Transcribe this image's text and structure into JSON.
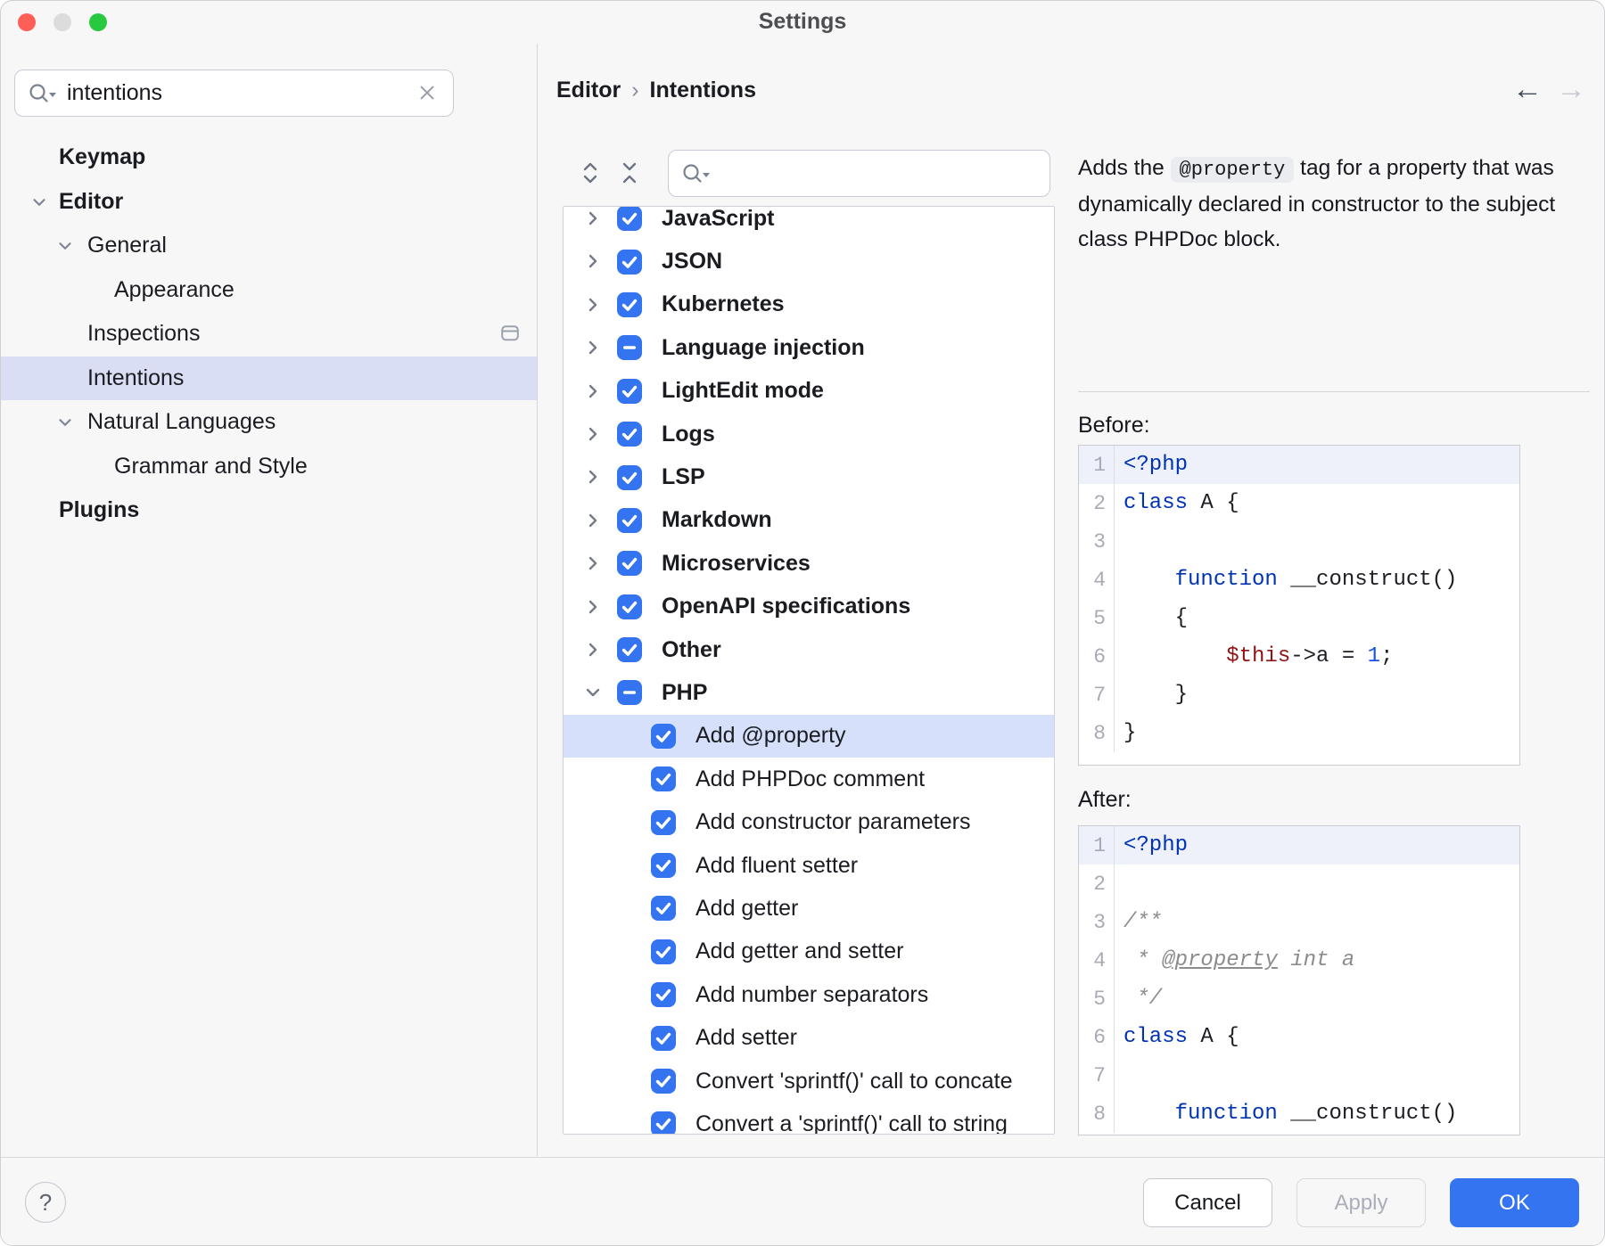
{
  "window": {
    "title": "Settings"
  },
  "colors": {
    "accent": "#3574f0",
    "tree_selection": "#d6e0fa",
    "sidebar_selection": "#d9def5",
    "code_keyword": "#0033b3",
    "code_number": "#1750eb",
    "code_variable": "#8f1313",
    "code_comment": "#8c8c8c",
    "traffic_close": "#ff5f57",
    "traffic_minimize": "#dcdcdc",
    "traffic_zoom": "#28c840"
  },
  "sidebar": {
    "search": {
      "value": "intentions",
      "clear_icon": "clear-x-icon",
      "search_icon": "search-with-history-icon"
    },
    "items": [
      {
        "label": "Keymap",
        "level": 0,
        "bold": true,
        "chevron": false,
        "selected": false
      },
      {
        "label": "Editor",
        "level": 0,
        "bold": true,
        "chevron": true,
        "selected": false
      },
      {
        "label": "General",
        "level": 1,
        "bold": false,
        "chevron": true,
        "selected": false
      },
      {
        "label": "Appearance",
        "level": 2,
        "bold": false,
        "chevron": false,
        "selected": false
      },
      {
        "label": "Inspections",
        "level": 1,
        "bold": false,
        "chevron": false,
        "selected": false,
        "trailing_icon": "settings-widget-icon"
      },
      {
        "label": "Intentions",
        "level": 1,
        "bold": false,
        "chevron": false,
        "selected": true
      },
      {
        "label": "Natural Languages",
        "level": 1,
        "bold": false,
        "chevron": true,
        "selected": false
      },
      {
        "label": "Grammar and Style",
        "level": 2,
        "bold": false,
        "chevron": false,
        "selected": false
      },
      {
        "label": "Plugins",
        "level": 0,
        "bold": true,
        "chevron": false,
        "selected": false
      }
    ]
  },
  "breadcrumb": {
    "parent": "Editor",
    "separator": "›",
    "current": "Intentions"
  },
  "toolbar": {
    "expand_all_icon": "expand-all-icon",
    "collapse_all_icon": "collapse-all-icon"
  },
  "middle_search": {
    "value": "",
    "search_icon": "search-with-history-icon"
  },
  "tree": [
    {
      "label": "JavaScript",
      "state": "checked",
      "chevron": "right",
      "sub": false,
      "selected": false
    },
    {
      "label": "JSON",
      "state": "checked",
      "chevron": "right",
      "sub": false,
      "selected": false
    },
    {
      "label": "Kubernetes",
      "state": "checked",
      "chevron": "right",
      "sub": false,
      "selected": false
    },
    {
      "label": "Language injection",
      "state": "indeterminate",
      "chevron": "right",
      "sub": false,
      "selected": false
    },
    {
      "label": "LightEdit mode",
      "state": "checked",
      "chevron": "right",
      "sub": false,
      "selected": false
    },
    {
      "label": "Logs",
      "state": "checked",
      "chevron": "right",
      "sub": false,
      "selected": false
    },
    {
      "label": "LSP",
      "state": "checked",
      "chevron": "right",
      "sub": false,
      "selected": false
    },
    {
      "label": "Markdown",
      "state": "checked",
      "chevron": "right",
      "sub": false,
      "selected": false
    },
    {
      "label": "Microservices",
      "state": "checked",
      "chevron": "right",
      "sub": false,
      "selected": false
    },
    {
      "label": "OpenAPI specifications",
      "state": "checked",
      "chevron": "right",
      "sub": false,
      "selected": false
    },
    {
      "label": "Other",
      "state": "checked",
      "chevron": "right",
      "sub": false,
      "selected": false
    },
    {
      "label": "PHP",
      "state": "indeterminate",
      "chevron": "down",
      "sub": false,
      "selected": false
    },
    {
      "label": "Add @property",
      "state": "checked",
      "chevron": "none",
      "sub": true,
      "selected": true
    },
    {
      "label": "Add PHPDoc comment",
      "state": "checked",
      "chevron": "none",
      "sub": true,
      "selected": false
    },
    {
      "label": "Add constructor parameters",
      "state": "checked",
      "chevron": "none",
      "sub": true,
      "selected": false
    },
    {
      "label": "Add fluent setter",
      "state": "checked",
      "chevron": "none",
      "sub": true,
      "selected": false
    },
    {
      "label": "Add getter",
      "state": "checked",
      "chevron": "none",
      "sub": true,
      "selected": false
    },
    {
      "label": "Add getter and setter",
      "state": "checked",
      "chevron": "none",
      "sub": true,
      "selected": false
    },
    {
      "label": "Add number separators",
      "state": "checked",
      "chevron": "none",
      "sub": true,
      "selected": false
    },
    {
      "label": "Add setter",
      "state": "checked",
      "chevron": "none",
      "sub": true,
      "selected": false
    },
    {
      "label": "Convert 'sprintf()' call to concate",
      "state": "checked",
      "chevron": "none",
      "sub": true,
      "selected": false
    },
    {
      "label": "Convert a 'sprintf()' call to string",
      "state": "checked",
      "chevron": "none",
      "sub": true,
      "selected": false
    }
  ],
  "detail": {
    "nav": {
      "back_icon": "back-arrow-icon",
      "forward_icon": "forward-arrow-icon"
    },
    "desc_part1": "Adds the ",
    "desc_code": "@property",
    "desc_part2": " tag for a property that was dynamically declared in constructor to the subject class PHPDoc block.",
    "before_label": "Before:",
    "after_label": "After:",
    "before_code": {
      "caret_line": 1,
      "lines": [
        {
          "num": "1",
          "tokens": [
            {
              "t": "<?php",
              "c": "k"
            }
          ]
        },
        {
          "num": "2",
          "tokens": [
            {
              "t": "class",
              "c": "k"
            },
            {
              "t": " A {",
              "c": "p"
            }
          ]
        },
        {
          "num": "3",
          "tokens": []
        },
        {
          "num": "4",
          "tokens": [
            {
              "t": "    ",
              "c": "p"
            },
            {
              "t": "function",
              "c": "k"
            },
            {
              "t": " __construct()",
              "c": "p"
            }
          ]
        },
        {
          "num": "5",
          "tokens": [
            {
              "t": "    {",
              "c": "p"
            }
          ]
        },
        {
          "num": "6",
          "tokens": [
            {
              "t": "        ",
              "c": "p"
            },
            {
              "t": "$this",
              "c": "v"
            },
            {
              "t": "->a = ",
              "c": "p"
            },
            {
              "t": "1",
              "c": "n"
            },
            {
              "t": ";",
              "c": "p"
            }
          ]
        },
        {
          "num": "7",
          "tokens": [
            {
              "t": "    }",
              "c": "p"
            }
          ]
        },
        {
          "num": "8",
          "tokens": [
            {
              "t": "}",
              "c": "p"
            }
          ]
        }
      ]
    },
    "after_code": {
      "caret_line": 1,
      "lines": [
        {
          "num": "1",
          "tokens": [
            {
              "t": "<?php",
              "c": "k"
            }
          ]
        },
        {
          "num": "2",
          "tokens": []
        },
        {
          "num": "3",
          "tokens": [
            {
              "t": "/**",
              "c": "c"
            }
          ]
        },
        {
          "num": "4",
          "tokens": [
            {
              "t": " * ",
              "c": "c"
            },
            {
              "t": "@property",
              "c": "cu"
            },
            {
              "t": " int a",
              "c": "c"
            }
          ]
        },
        {
          "num": "5",
          "tokens": [
            {
              "t": " */",
              "c": "c"
            }
          ]
        },
        {
          "num": "6",
          "tokens": [
            {
              "t": "class",
              "c": "k"
            },
            {
              "t": " A {",
              "c": "p"
            }
          ]
        },
        {
          "num": "7",
          "tokens": []
        },
        {
          "num": "8",
          "tokens": [
            {
              "t": "    ",
              "c": "p"
            },
            {
              "t": "function",
              "c": "k"
            },
            {
              "t": " __construct()",
              "c": "p"
            }
          ]
        }
      ]
    }
  },
  "footer": {
    "help_label": "?",
    "cancel_label": "Cancel",
    "apply_label": "Apply",
    "ok_label": "OK"
  }
}
